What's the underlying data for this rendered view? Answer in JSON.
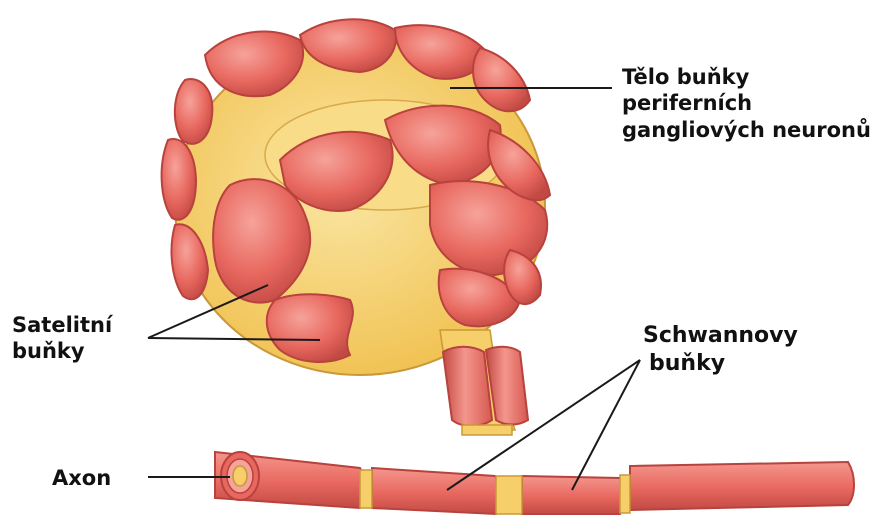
{
  "labels": {
    "cell_body": [
      "Tělo buňky",
      "periferních",
      "gangliových neuronů"
    ],
    "satellite": [
      "Satelitní",
      "buňky"
    ],
    "schwann": [
      "Schwannovy",
      "buňky"
    ],
    "axon": "Axon"
  },
  "colors": {
    "cell_red": "#e8685f",
    "cell_light": "#f6a39a",
    "cell_dark": "#c24a44",
    "cytoplasm": "#f6cf6a",
    "cytoplasm_light": "#fae6a3",
    "line": "#1a1a1a"
  }
}
